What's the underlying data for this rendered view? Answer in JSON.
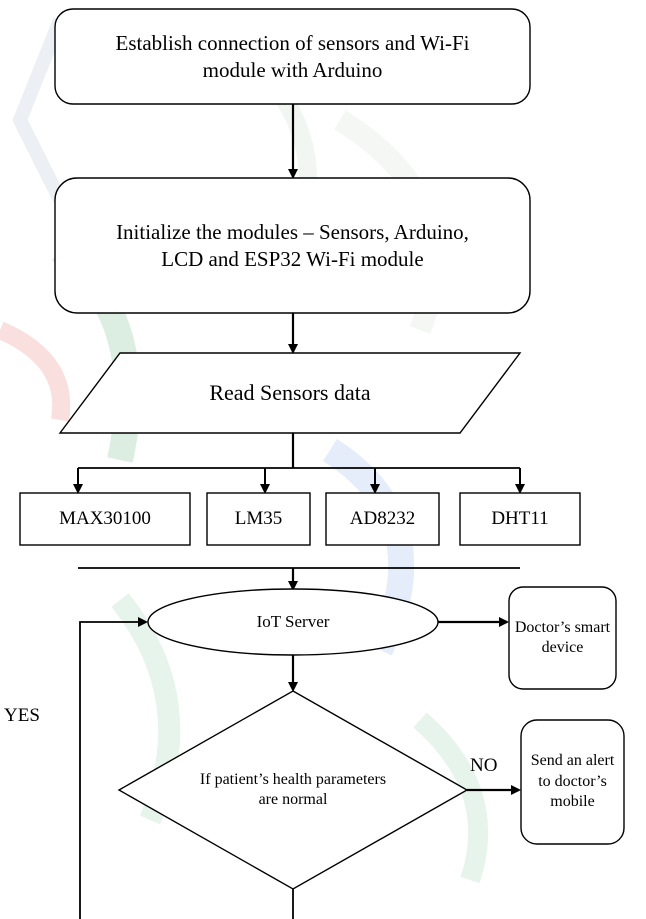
{
  "flowchart": {
    "step1": "Establish connection of sensors and Wi-Fi module with Arduino",
    "step2": "Initialize the modules – Sensors, Arduino, LCD and ESP32 Wi-Fi module",
    "read_data": "Read Sensors data",
    "sensors": [
      "MAX30100",
      "LM35",
      "AD8232",
      "DHT11"
    ],
    "iot_server": "IoT Server",
    "doctor_device": "Doctor’s smart device",
    "decision": "If patient’s health parameters are normal",
    "alert": "Send an alert to doctor’s mobile",
    "yes_label": "YES",
    "no_label": "NO"
  },
  "colors": {
    "line": "#000000",
    "watermark_green": "#3aa35a",
    "watermark_blue": "#4a86d6",
    "watermark_red": "#e05548"
  }
}
